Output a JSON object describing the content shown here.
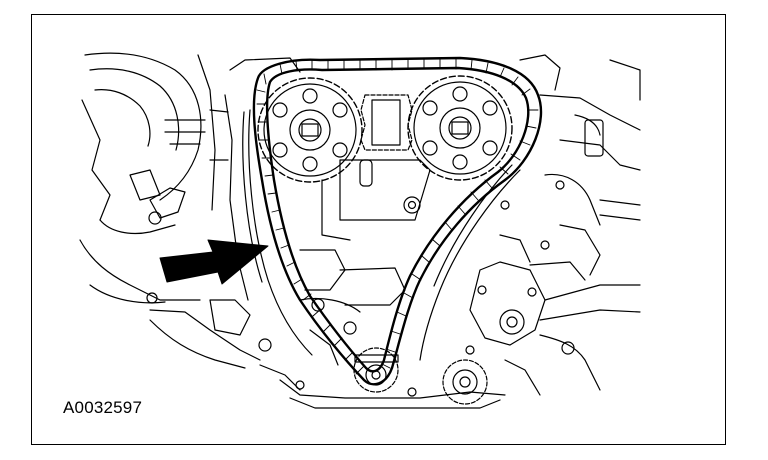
{
  "figure": {
    "id_label": "A0032597",
    "ink": "#000000",
    "paper": "#ffffff",
    "subject": "engine-front-timing-chain-and-sprockets",
    "pointer": "filled-arrow-pointing-at-chain"
  }
}
